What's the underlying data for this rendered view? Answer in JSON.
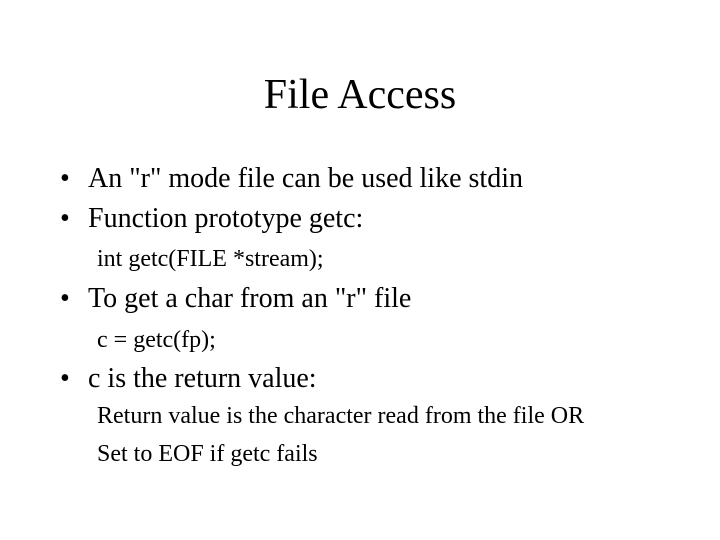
{
  "slide": {
    "title": "File Access",
    "bullet_glyph": "•",
    "bullets": [
      {
        "text": "An \"r\" mode file can be used like stdin"
      },
      {
        "text": "Function prototype getc:"
      },
      {
        "text": "To get a char from an \"r\" file"
      },
      {
        "text": "c is the return value:"
      }
    ],
    "sub_lines": [
      "int getc(FILE *stream);",
      "c = getc(fp);",
      "Return value is the character read from the file OR",
      "Set to EOF if getc fails"
    ]
  }
}
